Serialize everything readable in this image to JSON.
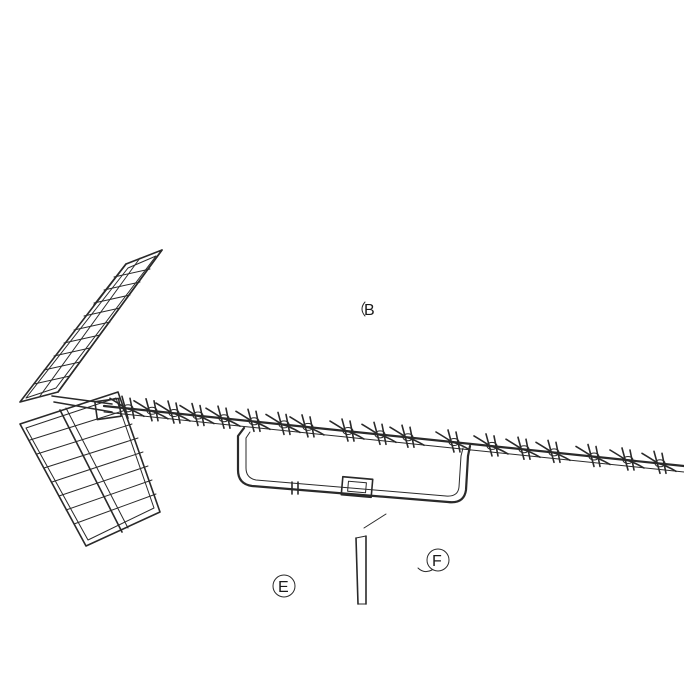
{
  "diagram": {
    "labels": {
      "b": "B",
      "e": "E",
      "f": "F"
    },
    "line_color": "#2a2a2a",
    "background": "#ffffff"
  }
}
